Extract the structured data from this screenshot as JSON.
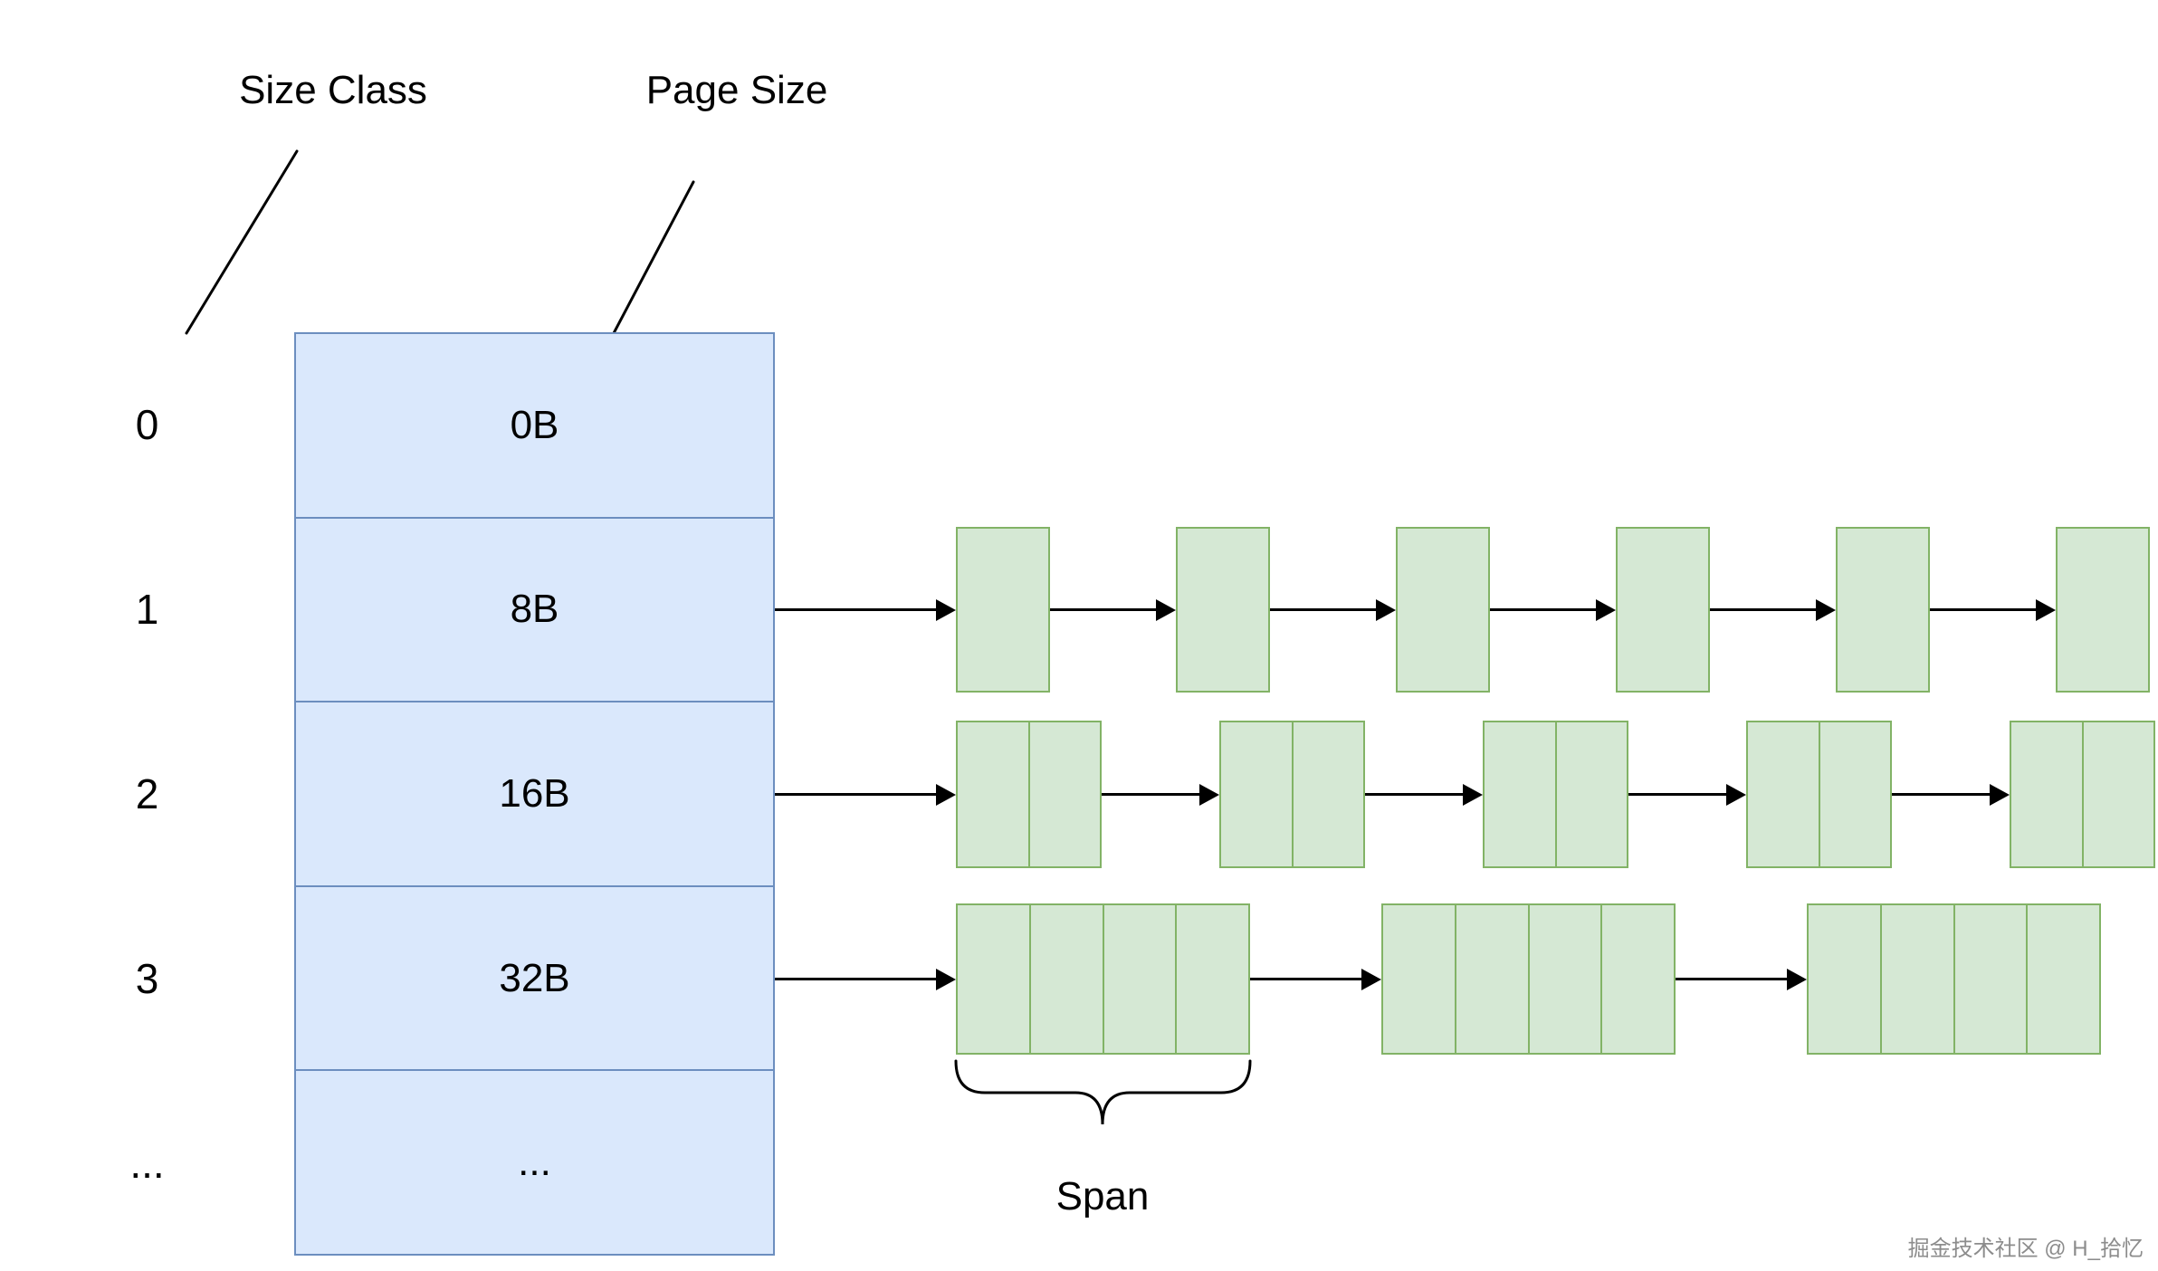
{
  "labels": {
    "size_class": "Size Class",
    "page_size": "Page Size",
    "span": "Span"
  },
  "table": {
    "rows": [
      {
        "index": "0",
        "size": "0B"
      },
      {
        "index": "1",
        "size": "8B"
      },
      {
        "index": "2",
        "size": "16B"
      },
      {
        "index": "3",
        "size": "32B"
      },
      {
        "index": "...",
        "size": "..."
      }
    ]
  },
  "lists": [
    {
      "size_class": "8B",
      "node_count": 6,
      "cells_per_node": 1
    },
    {
      "size_class": "16B",
      "node_count": 5,
      "cells_per_node": 2
    },
    {
      "size_class": "32B",
      "node_count": 3,
      "cells_per_node": 4
    }
  ],
  "watermark": "掘金技术社区 @ H_拾忆",
  "colors": {
    "table_fill": "#dae8fc",
    "table_border": "#6c8ebf",
    "node_fill": "#d5e8d4",
    "node_border": "#82b366",
    "arrow": "#000000",
    "watermark": "#8c8c8c"
  }
}
